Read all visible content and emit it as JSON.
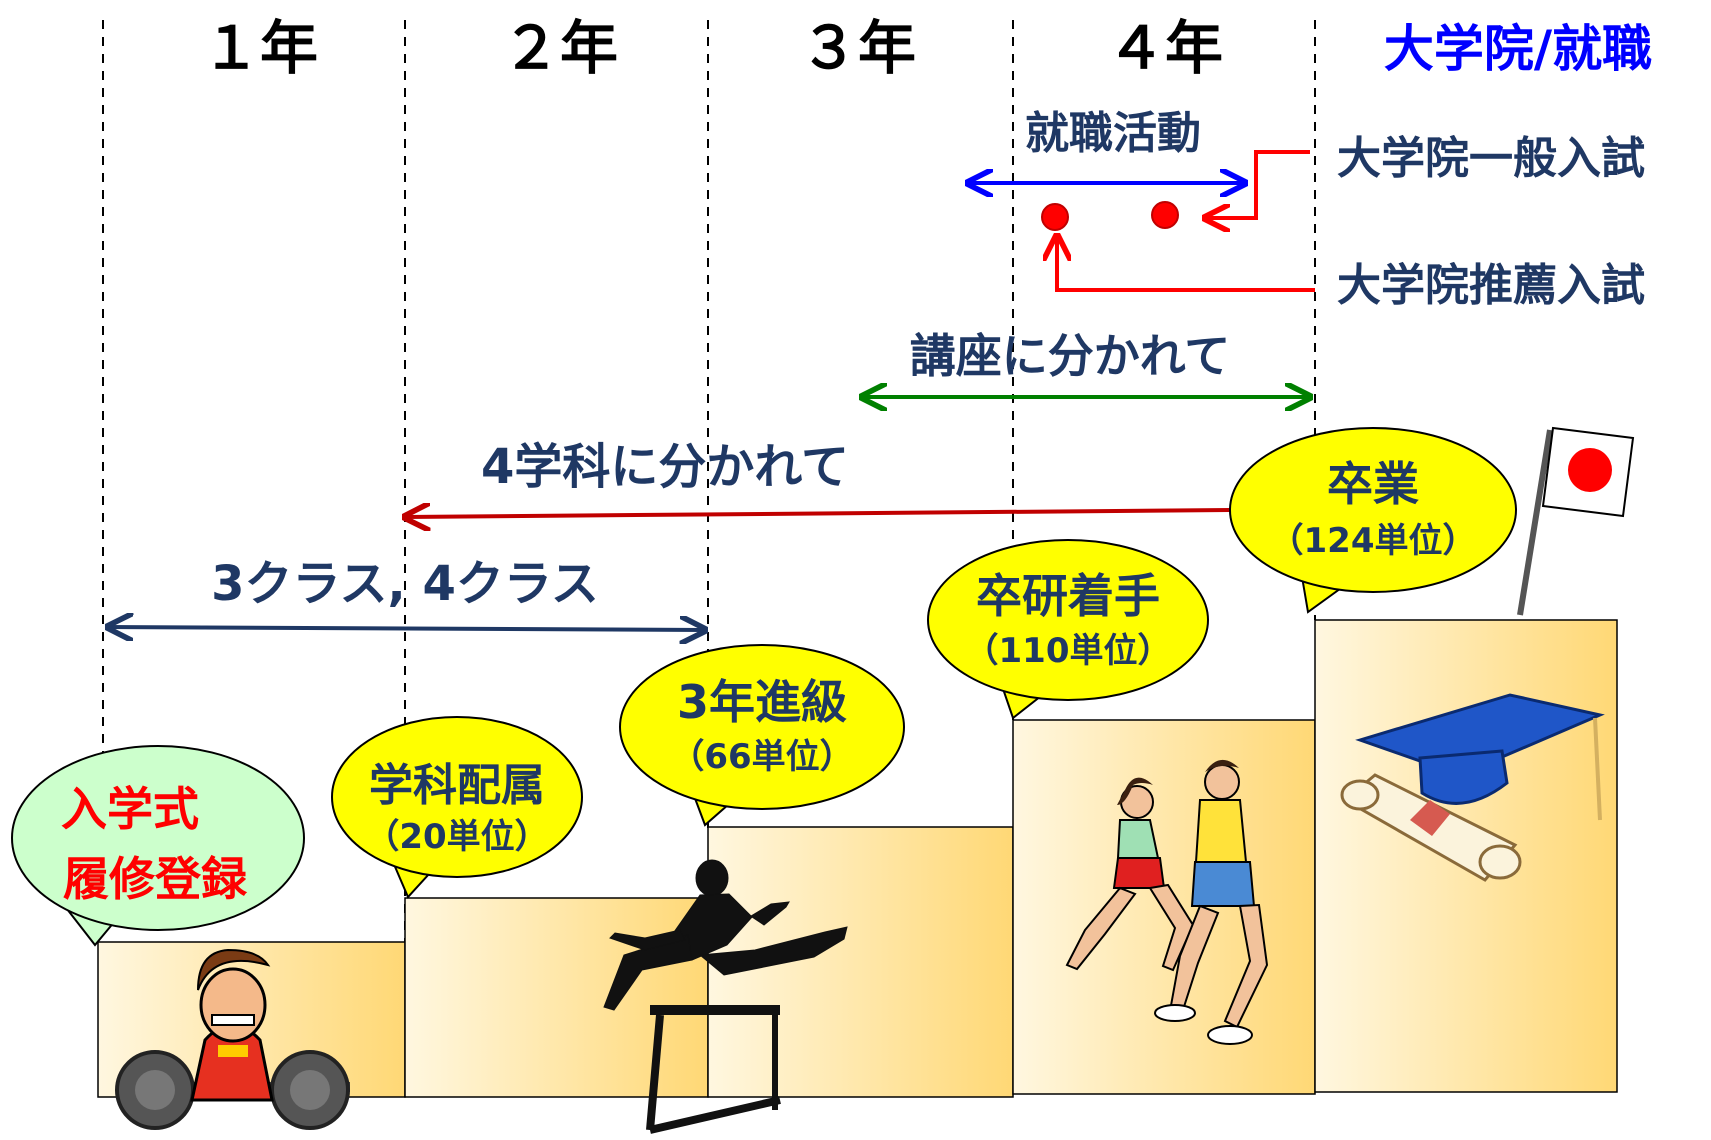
{
  "colors": {
    "blue_title": "#0000ff",
    "navy_text": "#1f3864",
    "red": "#ff0000",
    "dark_red": "#c00000",
    "green": "#008000",
    "blue_arrow": "#0000ff",
    "step_fill_light": "#fff6dc",
    "step_fill_dark": "#ffd97a",
    "bubble_yellow": "#ffff00",
    "bubble_green": "#ccffcc"
  },
  "years": {
    "y1": "１年",
    "y2": "２年",
    "y3": "３年",
    "y4": "４年",
    "after": "大学院/就職"
  },
  "spans": {
    "job_hunting": "就職活動",
    "koza": "講座に分かれて",
    "departments": "4学科に分かれて",
    "classes": "3クラス,  4クラス"
  },
  "grad_exams": {
    "general": "大学院一般入試",
    "recommended": "大学院推薦入試"
  },
  "milestones": {
    "entrance": {
      "line1": "入学式",
      "line2": "履修登録"
    },
    "dept_assign": {
      "title": "学科配属",
      "credits": "（20単位）"
    },
    "promotion": {
      "title": "3年進級",
      "credits": "（66単位）"
    },
    "thesis_start": {
      "title": "卒研着手",
      "credits": "（110単位）"
    },
    "graduation": {
      "title": "卒業",
      "credits": "（124単位）"
    }
  },
  "icons": {
    "weightlifter": "weightlifter-illustration",
    "hurdler": "hurdler-illustration",
    "runners": "runners-illustration",
    "grad_cap": "graduation-cap-illustration",
    "flag": "japan-flag-illustration"
  }
}
